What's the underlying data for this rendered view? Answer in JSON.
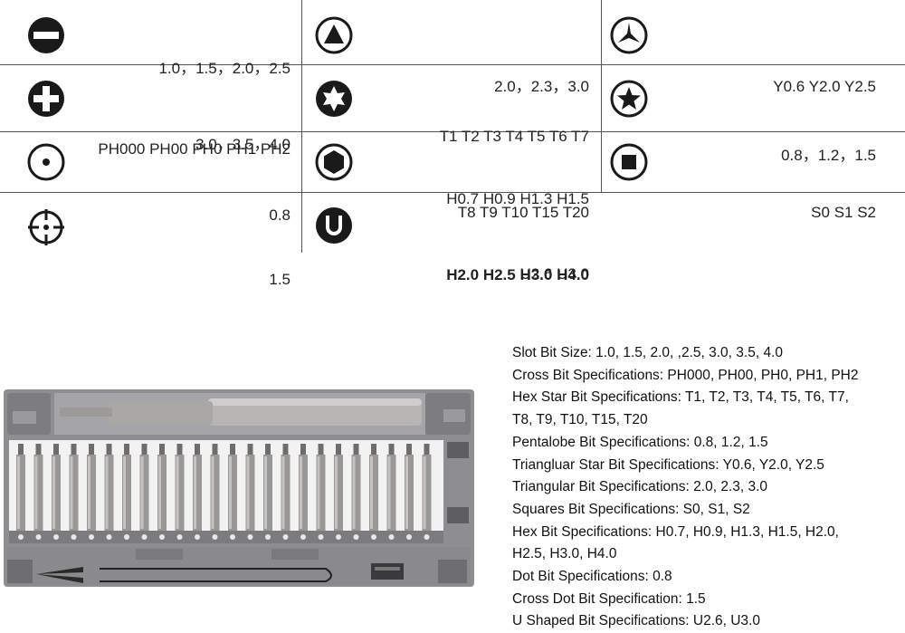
{
  "spec_table": {
    "cells": [
      {
        "key": "slot",
        "icon": "slot-bit-icon",
        "lines": [
          "1.0，1.5，2.0，2.5",
          "3.0，3.5，4.0"
        ]
      },
      {
        "key": "triangular",
        "icon": "triangular-bit-icon",
        "lines": [
          "2.0，2.3，3.0"
        ]
      },
      {
        "key": "tri-star",
        "icon": "tri-wing-bit-icon",
        "lines": [
          "Y0.6 Y2.0 Y2.5"
        ]
      },
      {
        "key": "cross",
        "icon": "cross-bit-icon",
        "lines": [
          "PH000 PH00 PH0 PH1 PH2"
        ]
      },
      {
        "key": "hex-star",
        "icon": "hex-star-bit-icon",
        "lines": [
          "T1 T2 T3 T4 T5 T6 T7",
          "T8 T9 T10 T15 T20"
        ]
      },
      {
        "key": "pentalobe",
        "icon": "pentalobe-bit-icon",
        "lines": [
          "0.8，1.2，1.5"
        ]
      },
      {
        "key": "dot",
        "icon": "dot-bit-icon",
        "lines": [
          "0.8"
        ]
      },
      {
        "key": "hex",
        "icon": "hex-bit-icon",
        "lines": [
          "H0.7 H0.9 H1.3 H1.5",
          "H2.0 H2.5 H3.0 H4.0"
        ]
      },
      {
        "key": "square",
        "icon": "square-bit-icon",
        "lines": [
          "S0 S1 S2"
        ]
      },
      {
        "key": "cross-dot",
        "icon": "cross-dot-bit-icon",
        "lines": [
          "1.5"
        ]
      },
      {
        "key": "u-shaped",
        "icon": "u-shaped-bit-icon",
        "lines": [
          "U2.6 U3.0"
        ]
      }
    ]
  },
  "spec_list": [
    "Slot Bit Size: 1.0, 1.5, 2.0, ,2.5, 3.0, 3.5, 4.0",
    "Cross Bit Specifications: PH000, PH00, PH0, PH1, PH2",
    "Hex Star Bit Specifications: T1, T2, T3, T4, T5, T6, T7,",
    "T8, T9, T10, T15, T20",
    "Pentalobe Bit Specifications: 0.8, 1.2, 1.5",
    "Triangluar Star Bit Specifications: Y0.6, Y2.0, Y2.5",
    "Triangular Bit Specifications: 2.0, 2.3, 3.0",
    "Squares Bit Specifications: S0, S1, S2",
    "Hex Bit Specifications: H0.7, H0.9, H1.3, H1.5, H2.0,",
    "H2.5, H3.0, H4.0",
    "Dot Bit Specifications: 0.8",
    "Cross Dot Bit Specification: 1.5",
    "U Shaped Bit Specifications: U2.6, U3.0"
  ],
  "colors": {
    "icon_dark": "#1a1a1a",
    "case_gray": "#8c8c8e",
    "case_dark": "#6e6e70",
    "bit_steel": "#9a9897",
    "grid_line": "#555555"
  }
}
